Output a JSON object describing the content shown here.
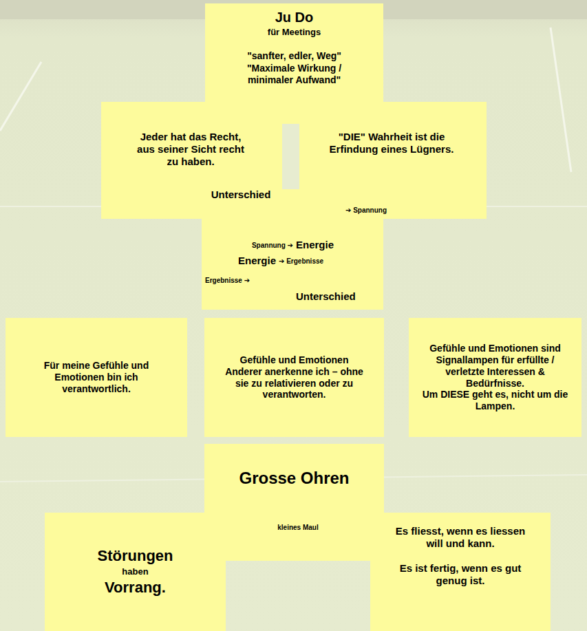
{
  "diagram": {
    "nodes": [
      {
        "text": [
          "Ju Do",
          "für Meetings",
          "\"sanfter, edler, Weg\"",
          "\"Maximale Wirkung / minimaler Aufwand\""
        ]
      },
      {
        "text": [
          "Jeder hat das Recht, aus seiner Sicht recht zu haben.",
          "\"DIE\" Wahrheit ist die Erfindung eines Lügners.",
          "Unterschied",
          "➔ Spannung"
        ]
      },
      {
        "text": [
          "Spannung ➔",
          "Energie",
          "Energie",
          "➔ Ergebnisse",
          "Ergebnisse ➔",
          "Unterschied"
        ]
      },
      {
        "text": [
          "Für meine Gefühle und Emotionen bin ich verantwortlich."
        ]
      },
      {
        "text": [
          "Gefühle und Emotionen Anderer anerkenne ich – ohne sie zu relativieren oder zu verantworten."
        ]
      },
      {
        "text": [
          "Gefühle und Emotionen sind Signallampen für erfüllte / verletzte Interessen & Bedürfnisse.",
          "Um DIESE geht es, nicht um die Lampen."
        ]
      },
      {
        "text": [
          "Grosse Ohren"
        ]
      },
      {
        "text": [
          "kleines Maul"
        ]
      },
      {
        "text": [
          "Störungen",
          "haben",
          "Vorrang."
        ]
      },
      {
        "text": [
          "Es fliesst, wenn es liessen will und kann.",
          "Es ist fertig, wenn es gut genug ist."
        ]
      }
    ]
  }
}
